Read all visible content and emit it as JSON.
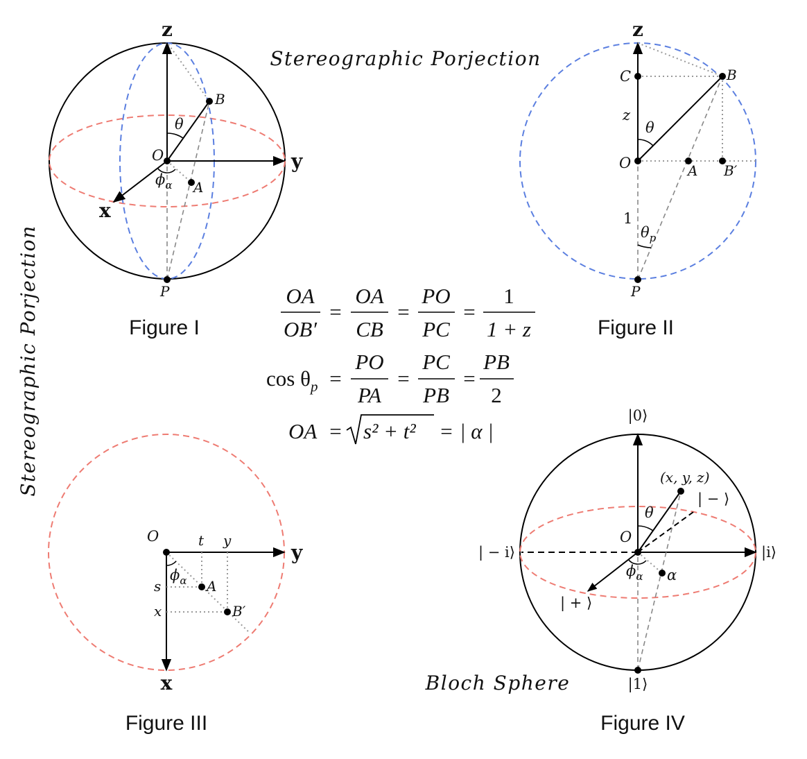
{
  "titles": {
    "stereo_top": "Stereographic Porjection",
    "stereo_side": "Stereographic Porjection",
    "bloch": "Bloch Sphere"
  },
  "captions": {
    "fig1": "Figure I",
    "fig2": "Figure II",
    "fig3": "Figure III",
    "fig4": "Figure IV"
  },
  "fig1": {
    "axis_z": "z",
    "axis_y": "y",
    "axis_x": "x",
    "origin": "O",
    "point_b": "B",
    "point_a": "A",
    "point_p": "P",
    "theta": "θ",
    "phi": "ϕ",
    "phi_sub": "α"
  },
  "fig2": {
    "axis_z": "z",
    "point_c": "C",
    "point_b": "B",
    "origin": "O",
    "point_a": "A",
    "point_bprime": "B′",
    "point_p": "P",
    "len_z": "z",
    "len_one": "1",
    "theta": "θ",
    "theta_p": "θ",
    "theta_p_sub": "p"
  },
  "fig3": {
    "origin": "O",
    "axis_y": "y",
    "axis_x": "x",
    "label_t": "t",
    "label_y": "y",
    "label_s": "s",
    "label_x": "x",
    "point_a": "A",
    "point_bprime": "B′",
    "phi": "ϕ",
    "phi_sub": "α"
  },
  "fig4": {
    "ket0": "|0⟩",
    "ket1": "|1⟩",
    "ket_i": "|i⟩",
    "ket_minus_i": "| − i⟩",
    "ket_plus": "| + ⟩",
    "ket_minus": "| − ⟩",
    "point_xyz": "(x, y, z)",
    "origin": "O",
    "theta": "θ",
    "alpha": "α",
    "phi": "ϕ",
    "phi_sub": "α"
  },
  "equations": {
    "eq1": {
      "f1_num": "OA",
      "f1_den": "OB′",
      "f2_num": "OA",
      "f2_den": "CB",
      "f3_num": "PO",
      "f3_den": "PC",
      "f4_num": "1",
      "f4_den": "1 + z"
    },
    "eq2": {
      "lhs": "cos θ",
      "lhs_sub": "p",
      "f1_num": "PO",
      "f1_den": "PA",
      "f2_num": "PC",
      "f2_den": "PB",
      "f3_num": "PB",
      "f3_den": "2"
    },
    "eq3": {
      "lhs": "OA",
      "radicand": "s² + t²",
      "rhs": "| α |"
    },
    "eq_sign": "="
  },
  "colors": {
    "blue_dash": "#5b7fe0",
    "red_dash": "#ee7b72",
    "gray_dash": "#888888",
    "dotted": "#999999",
    "ink": "#000000"
  }
}
